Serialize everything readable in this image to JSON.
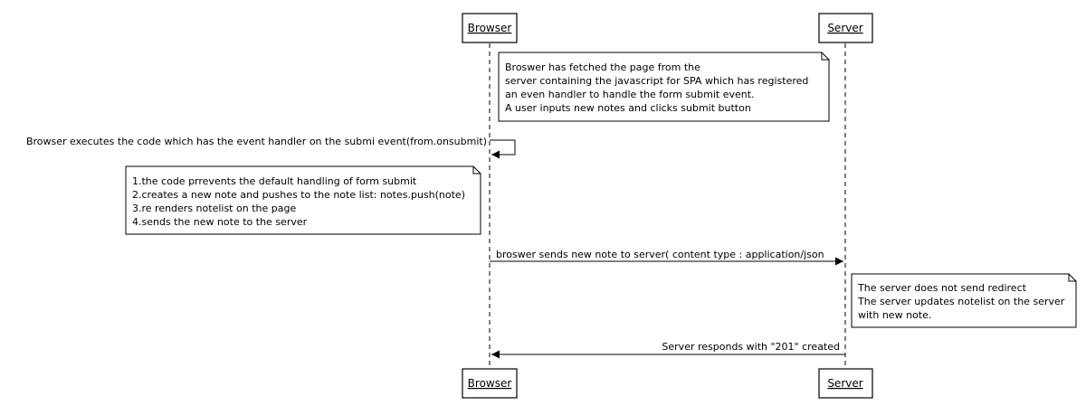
{
  "participants": {
    "browser": "Browser",
    "server": "Server"
  },
  "notes": {
    "intro": [
      "Broswer has fetched the page from the",
      "server containing the javascript for SPA which has registered",
      "an even handler to handle the form submit event.",
      "A user inputs new notes and clicks submit button"
    ],
    "code_steps": [
      "1.the code prrevents the default handling of form submit",
      "2.creates a new note and pushes to the note list: notes.push(note)",
      "3.re renders notelist on the page",
      "4.sends the new note to the server"
    ],
    "server_note": [
      "The server does not send redirect",
      "The server updates notelist on the server",
      "with new note."
    ]
  },
  "messages": {
    "self_call": "Browser executes the code which has the event handler on the submi event(from.onsubmit)",
    "send_note": "broswer sends new note to server( content type : application/json",
    "response": "Server responds with \"201\" created"
  }
}
